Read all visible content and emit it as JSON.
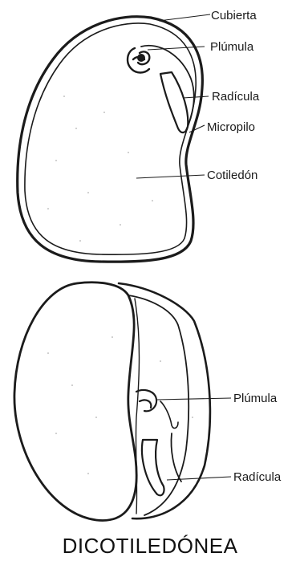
{
  "top_seed": {
    "labels": {
      "cubierta": "Cubierta",
      "plumula": "Plúmula",
      "radicula": "Radícula",
      "micropilo": "Micropilo",
      "cotiledon": "Cotiledón"
    }
  },
  "bottom_seed": {
    "labels": {
      "plumula": "Plúmula",
      "radicula": "Radícula"
    }
  },
  "caption": "DICOTILEDÓNEA",
  "colors": {
    "ink": "#1b1b1b",
    "background": "#ffffff"
  }
}
